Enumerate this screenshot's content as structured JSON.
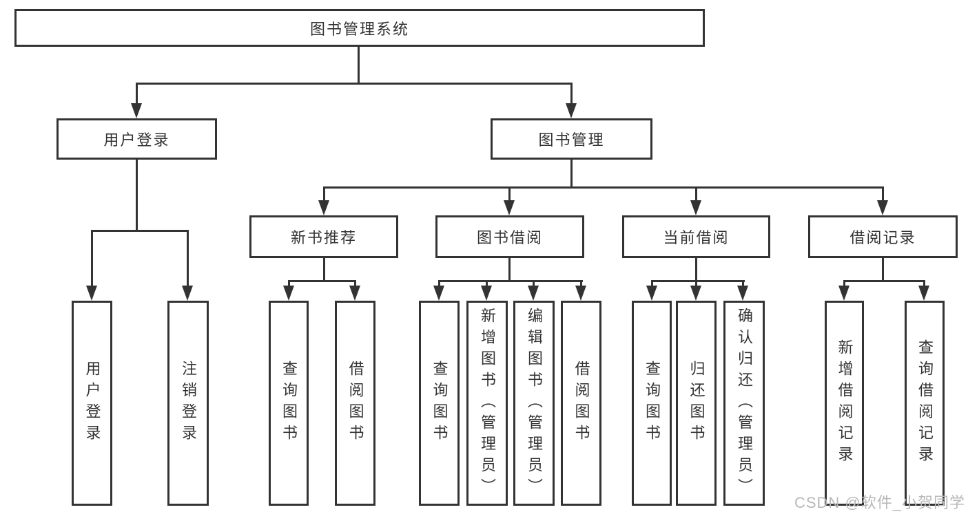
{
  "colors": {
    "line": "#333333",
    "text": "#333333",
    "background": "#ffffff",
    "watermark": "#b8b8b8"
  },
  "diagram": {
    "root": {
      "label": "图书管理系统"
    },
    "branches": [
      {
        "label": "用户登录",
        "children": [
          {
            "label": "用户登录"
          },
          {
            "label": "注销登录"
          }
        ]
      },
      {
        "label": "图书管理",
        "children": [
          {
            "label": "新书推荐",
            "children": [
              {
                "label": "查询图书"
              },
              {
                "label": "借阅图书"
              }
            ]
          },
          {
            "label": "图书借阅",
            "children": [
              {
                "label": "查询图书"
              },
              {
                "label": "新增图书（管理员）"
              },
              {
                "label": "编辑图书（管理员）"
              },
              {
                "label": "借阅图书"
              }
            ]
          },
          {
            "label": "当前借阅",
            "children": [
              {
                "label": "查询图书"
              },
              {
                "label": "归还图书"
              },
              {
                "label": "确认归还（管理员）"
              }
            ]
          },
          {
            "label": "借阅记录",
            "children": [
              {
                "label": "新增借阅记录"
              },
              {
                "label": "查询借阅记录"
              }
            ]
          }
        ]
      }
    ]
  },
  "watermark": {
    "text": "CSDN @软件_小贺同学"
  }
}
